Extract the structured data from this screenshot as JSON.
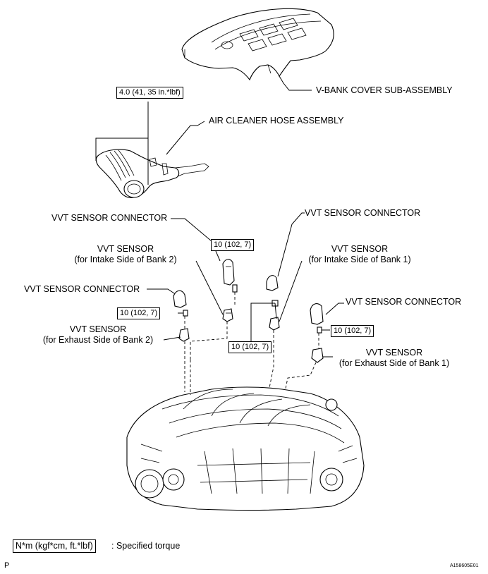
{
  "labels": {
    "vbank_cover": "V-BANK COVER SUB-ASSEMBLY",
    "air_cleaner_hose": "AIR CLEANER HOSE ASSEMBLY",
    "vvt_connector_tl": "VVT SENSOR CONNECTOR",
    "vvt_connector_tr": "VVT SENSOR CONNECTOR",
    "vvt_sensor_bank2_intake": "VVT SENSOR",
    "vvt_sensor_bank2_intake_sub": "(for Intake Side of Bank 2)",
    "vvt_sensor_bank1_intake": "VVT SENSOR",
    "vvt_sensor_bank1_intake_sub": "(for Intake Side of Bank 1)",
    "vvt_connector_ml": "VVT SENSOR CONNECTOR",
    "vvt_connector_mr": "VVT SENSOR CONNECTOR",
    "vvt_sensor_bank2_exhaust": "VVT SENSOR",
    "vvt_sensor_bank2_exhaust_sub": "(for Exhaust Side of Bank 2)",
    "vvt_sensor_bank1_exhaust": "VVT SENSOR",
    "vvt_sensor_bank1_exhaust_sub": "(for Exhaust Side of Bank 1)"
  },
  "torques": {
    "air_cleaner": "4.0 (41, 35 in.*lbf)",
    "intake_bank2": "10 (102, 7)",
    "exhaust_bank2": "10 (102, 7)",
    "intake_bank1": "10 (102, 7)",
    "exhaust_bank1": "10 (102, 7)"
  },
  "legend": {
    "unit_box": "N*m (kgf*cm, ft.*lbf)",
    "description": ": Specified torque"
  },
  "footer": {
    "left_mark": "P",
    "figure_id": "A158605E01"
  }
}
